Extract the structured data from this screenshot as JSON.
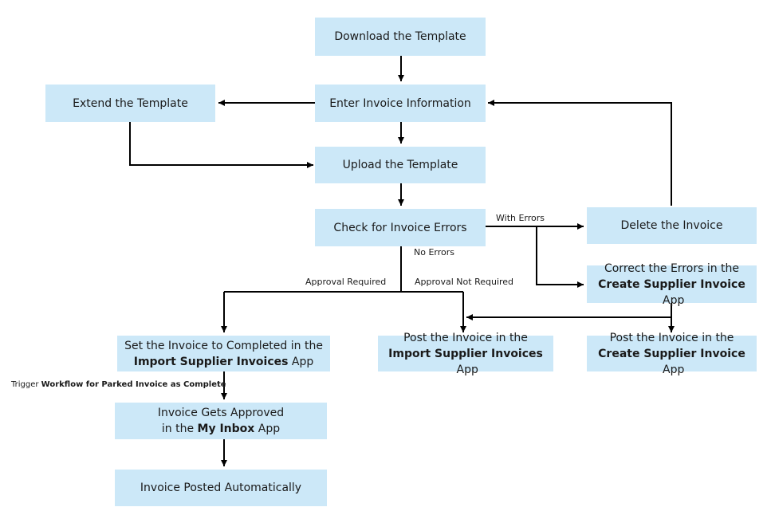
{
  "nodes": {
    "download": "Download the Template",
    "enter": "Enter Invoice Information",
    "extend": "Extend the Template",
    "upload": "Upload the Template",
    "check": "Check for Invoice Errors",
    "delete": "Delete the Invoice",
    "correct": {
      "line1": "Correct the Errors in the",
      "app": "Create Supplier Invoice",
      "suffix": " App"
    },
    "set_completed": {
      "line1": "Set the Invoice to Completed in the",
      "app": "Import Supplier Invoices",
      "suffix": " App"
    },
    "post_import": {
      "line1": "Post the Invoice in the",
      "app": "Import Supplier Invoices",
      "suffix": " App"
    },
    "post_create": {
      "line1": "Post the Invoice in the",
      "app": "Create Supplier Invoice",
      "suffix": " App"
    },
    "approved": {
      "line1": "Invoice Gets Approved",
      "prefix": "in the ",
      "app": "My Inbox",
      "suffix": " App"
    },
    "posted_auto": "Invoice Posted Automatically"
  },
  "edge_labels": {
    "with_errors": "With Errors",
    "no_errors": "No Errors",
    "approval_required": "Approval Required",
    "approval_not_required": "Approval Not Required",
    "trigger_prefix": "Trigger ",
    "trigger_bold": "Workflow for Parked Invoice as Complete"
  },
  "colors": {
    "box_fill": "#cce8f8",
    "line": "#000000"
  }
}
